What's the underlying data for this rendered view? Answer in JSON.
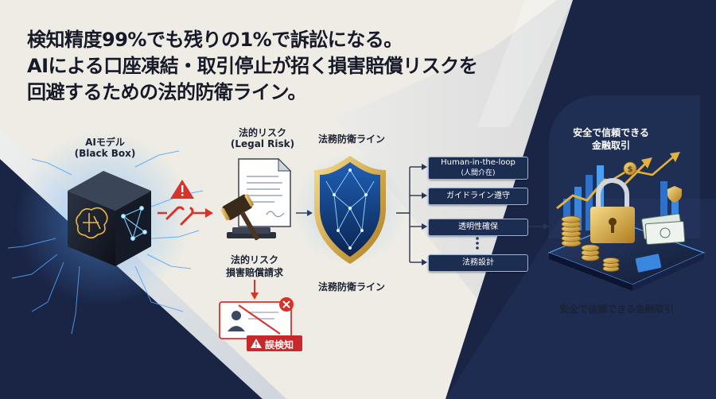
{
  "headline": {
    "line1": "検知精度99%でも残りの1%で訴訟になる。",
    "line2": "AIによる口座凍結・取引停止が招く損害賠償リスクを",
    "line3": "回避するための法的防衛ライン。"
  },
  "ai_model": {
    "label": "AIモデル",
    "sublabel": "(Black Box)"
  },
  "legal_risk": {
    "label": "法的リスク",
    "sublabel": "(Legal Risk)"
  },
  "damages": {
    "line1": "法的リスク",
    "line2": "損害賠償請求"
  },
  "false_detection": {
    "label": "誤検知"
  },
  "defense": {
    "label_top": "法務防衛ライン",
    "label_bottom": "法務防衛ライン"
  },
  "measures": [
    {
      "label": "Human-in-the-loop",
      "sublabel": "(人間介在)"
    },
    {
      "label": "ガイドライン遵守"
    },
    {
      "label": "透明性確保"
    },
    {
      "label": "法務設計"
    }
  ],
  "outcome": {
    "top_label_line1": "安全で信頼できる",
    "top_label_line2": "金融取引",
    "bottom_label": "安全で信頼できる金融取引"
  },
  "colors": {
    "navy": "#1b2a4e",
    "gold": "#d9a93c",
    "alert_red": "#d8322c",
    "accent_blue": "#3a9ee8"
  },
  "icons": [
    "brain-icon",
    "broken-link-icon",
    "warning-icon",
    "gavel-icon",
    "document-icon",
    "shield-icon",
    "user-icon",
    "close-icon",
    "padlock-icon",
    "coin-stack-icon",
    "growth-arrow-icon"
  ]
}
